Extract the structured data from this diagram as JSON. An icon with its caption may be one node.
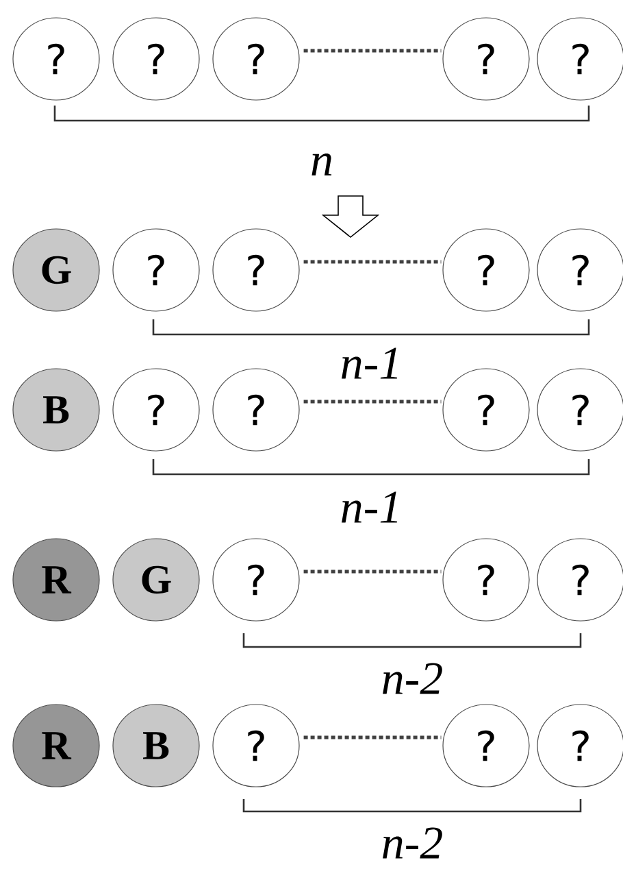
{
  "diagram": {
    "nodes": [
      {
        "text": [
          "?"
        ]
      },
      {
        "text": [
          "?"
        ]
      },
      {
        "text": [
          "?"
        ]
      },
      {
        "text": [
          "?"
        ]
      },
      {
        "text": [
          "?"
        ]
      },
      {
        "text": [
          "G"
        ]
      },
      {
        "text": [
          "?"
        ]
      },
      {
        "text": [
          "?"
        ]
      },
      {
        "text": [
          "?"
        ]
      },
      {
        "text": [
          "?"
        ]
      },
      {
        "text": [
          "B"
        ]
      },
      {
        "text": [
          "?"
        ]
      },
      {
        "text": [
          "?"
        ]
      },
      {
        "text": [
          "?"
        ]
      },
      {
        "text": [
          "?"
        ]
      },
      {
        "text": [
          "R"
        ]
      },
      {
        "text": [
          "G"
        ]
      },
      {
        "text": [
          "?"
        ]
      },
      {
        "text": [
          "?"
        ]
      },
      {
        "text": [
          "?"
        ]
      },
      {
        "text": [
          "R"
        ]
      },
      {
        "text": [
          "B"
        ]
      },
      {
        "text": [
          "?"
        ]
      },
      {
        "text": [
          "?"
        ]
      },
      {
        "text": [
          "?"
        ]
      }
    ],
    "edges": [
      {
        "from": 2,
        "to": 3,
        "arrow": "none",
        "style": "dashed"
      },
      {
        "from": 7,
        "to": 8,
        "arrow": "none",
        "style": "dashed"
      },
      {
        "from": 12,
        "to": 13,
        "arrow": "none",
        "style": "dashed"
      },
      {
        "from": 17,
        "to": 18,
        "arrow": "none",
        "style": "dashed"
      },
      {
        "from": 22,
        "to": 23,
        "arrow": "none",
        "style": "dashed"
      }
    ],
    "labels": [
      "n",
      "n-1",
      "n-1",
      "n-2",
      "n-2"
    ]
  }
}
